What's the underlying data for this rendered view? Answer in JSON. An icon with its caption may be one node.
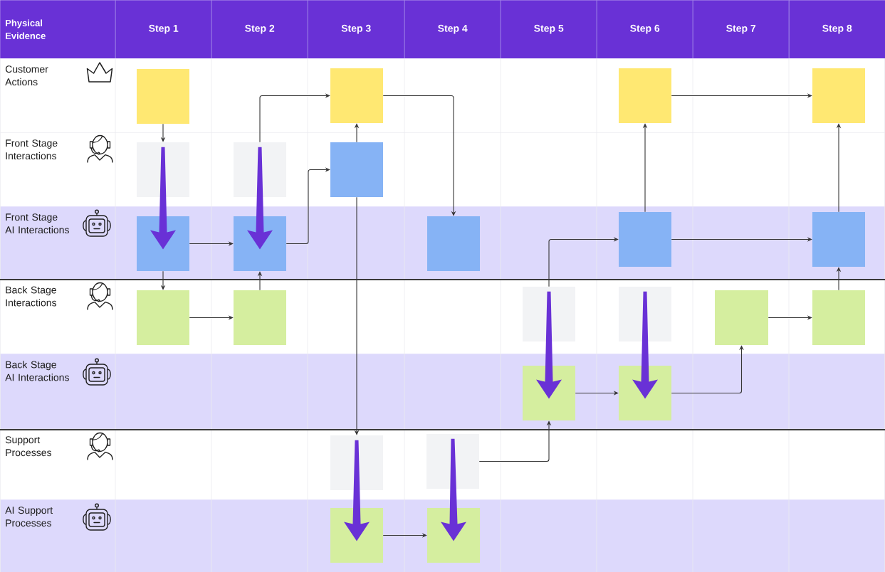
{
  "diagram": {
    "nodes": [
      {
        "text": [
          "Physical Evidence"
        ]
      },
      {
        "text": [
          "Step 1"
        ]
      },
      {
        "text": [
          "Step 2"
        ]
      },
      {
        "text": [
          "Step 3"
        ]
      },
      {
        "text": [
          "Step 4"
        ]
      },
      {
        "text": [
          "Step 5"
        ]
      },
      {
        "text": [
          "Step 6"
        ]
      },
      {
        "text": [
          "Step 7"
        ]
      },
      {
        "text": [
          "Step 8"
        ]
      },
      {
        "text": [
          "Customer Actions"
        ]
      },
      {
        "text": [],
        "shape": "box",
        "in": 9
      },
      {
        "text": [],
        "shape": "box",
        "in": 9
      },
      {
        "text": [],
        "shape": "box",
        "in": 9
      },
      {
        "text": [],
        "shape": "box",
        "in": 9
      },
      {
        "text": [
          "Front Stage Interactions"
        ]
      },
      {
        "text": [],
        "shape": "box",
        "in": 14
      },
      {
        "text": [],
        "shape": "box",
        "in": 14
      },
      {
        "text": [],
        "shape": "box",
        "in": 14
      },
      {
        "text": [
          "Front Stage AI Interactions"
        ]
      },
      {
        "text": [],
        "shape": "box",
        "in": 18
      },
      {
        "text": [],
        "shape": "box",
        "in": 18
      },
      {
        "text": [],
        "shape": "box",
        "in": 18
      },
      {
        "text": [],
        "shape": "box",
        "in": 18
      },
      {
        "text": [],
        "shape": "box",
        "in": 18
      },
      {
        "text": [
          "Back Stage Interactions"
        ]
      },
      {
        "text": [],
        "shape": "box",
        "in": 24
      },
      {
        "text": [],
        "shape": "box",
        "in": 24
      },
      {
        "text": [],
        "shape": "box",
        "in": 24
      },
      {
        "text": [],
        "shape": "box",
        "in": 24
      },
      {
        "text": [],
        "shape": "box",
        "in": 24
      },
      {
        "text": [],
        "shape": "box",
        "in": 24
      },
      {
        "text": [
          "Back Stage AI Interactions"
        ]
      },
      {
        "text": [],
        "shape": "box",
        "in": 31
      },
      {
        "text": [],
        "shape": "box",
        "in": 31
      },
      {
        "text": [
          "Support Processes"
        ]
      },
      {
        "text": [],
        "shape": "box",
        "in": 34
      },
      {
        "text": [],
        "shape": "box",
        "in": 34
      },
      {
        "text": [
          "AI Support Processes"
        ]
      },
      {
        "text": [],
        "shape": "box",
        "in": 37
      },
      {
        "text": [],
        "shape": "box",
        "in": 37
      }
    ],
    "edges": [
      {
        "from": 10,
        "to": 15,
        "arrow": "to"
      },
      {
        "from": 16,
        "to": 11,
        "arrow": "to"
      },
      {
        "from": 11,
        "to": 21,
        "arrow": "to"
      },
      {
        "from": 17,
        "to": 11,
        "arrow": "to"
      },
      {
        "from": 12,
        "to": 13,
        "arrow": "to"
      },
      {
        "from": 22,
        "to": 12,
        "arrow": "to"
      },
      {
        "from": 23,
        "to": 13,
        "arrow": "to"
      },
      {
        "from": 15,
        "to": 19,
        "arrow": "to",
        "style": "thick",
        "color": "#6931d6"
      },
      {
        "from": 16,
        "to": 20,
        "arrow": "to",
        "style": "thick",
        "color": "#6931d6"
      },
      {
        "from": 19,
        "to": 20,
        "arrow": "to"
      },
      {
        "from": 20,
        "to": 17,
        "arrow": "to"
      },
      {
        "from": 17,
        "to": 35,
        "arrow": "to"
      },
      {
        "from": 22,
        "to": 23,
        "arrow": "to"
      },
      {
        "from": 19,
        "to": 25,
        "arrow": "to"
      },
      {
        "from": 26,
        "to": 20,
        "arrow": "to"
      },
      {
        "from": 25,
        "to": 26,
        "arrow": "to"
      },
      {
        "from": 27,
        "to": 22,
        "arrow": "to"
      },
      {
        "from": 27,
        "to": 32,
        "arrow": "to",
        "style": "thick",
        "color": "#6931d6"
      },
      {
        "from": 28,
        "to": 33,
        "arrow": "to",
        "style": "thick",
        "color": "#6931d6"
      },
      {
        "from": 29,
        "to": 30,
        "arrow": "to"
      },
      {
        "from": 30,
        "to": 23,
        "arrow": "to"
      },
      {
        "from": 32,
        "to": 33,
        "arrow": "to"
      },
      {
        "from": 33,
        "to": 29,
        "arrow": "to"
      },
      {
        "from": 36,
        "to": 32,
        "arrow": "to"
      },
      {
        "from": 35,
        "to": 38,
        "arrow": "to",
        "style": "thick",
        "color": "#6931d6"
      },
      {
        "from": 36,
        "to": 39,
        "arrow": "to",
        "style": "thick",
        "color": "#6931d6"
      },
      {
        "from": 38,
        "to": 39,
        "arrow": "to"
      }
    ]
  }
}
